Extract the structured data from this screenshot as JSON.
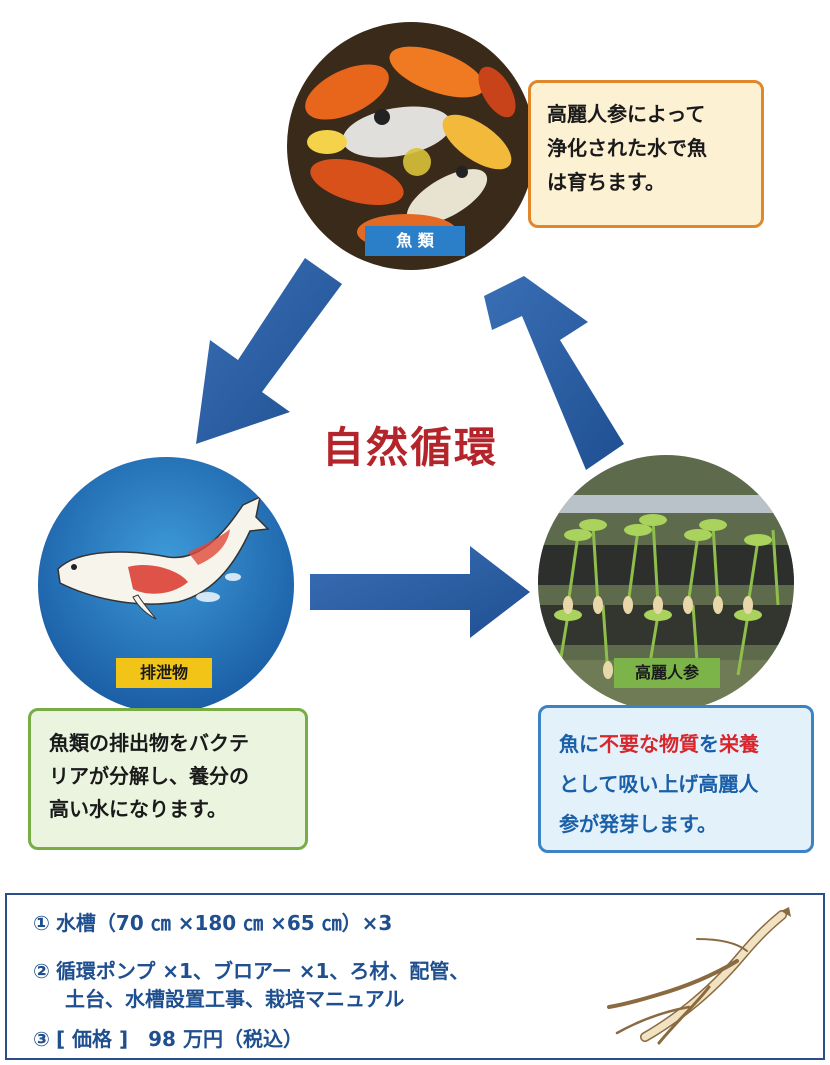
{
  "diagram": {
    "title": "自然循環",
    "nodes": {
      "fish": {
        "label": "魚 類",
        "description": "高麗人参によって浄化された水で魚は育ちます。",
        "lines": [
          "高麗人参によって",
          "浄化された水で魚",
          "は育ちます。"
        ]
      },
      "waste": {
        "label": "排泄物",
        "lines": [
          "魚類の排出物をバクテ",
          "リアが分解し、養分の",
          "高い水になります。"
        ]
      },
      "ginseng": {
        "label": "高麗人参",
        "line1_parts": [
          "魚に",
          "不要な物質",
          "を",
          "栄養"
        ],
        "line2": "として吸い上げ高麗人",
        "line3": "参が発芽します。"
      }
    },
    "colors": {
      "arrow": "#2c5fa3",
      "title": "#b3252b",
      "highlight_red": "#d8262c",
      "highlight_blue": "#1b5fa8"
    }
  },
  "specs": {
    "items": [
      {
        "num": "①",
        "text": "水槽（70 ㎝ ×180 ㎝ ×65 ㎝）×3"
      },
      {
        "num": "②",
        "text": "循環ポンプ ×1、ブロアー ×1、ろ材、配管、",
        "text2": "土台、水槽設置工事、栽培マニュアル"
      },
      {
        "num": "③",
        "text": "[ 価格 ]　98 万円（税込）"
      }
    ]
  }
}
